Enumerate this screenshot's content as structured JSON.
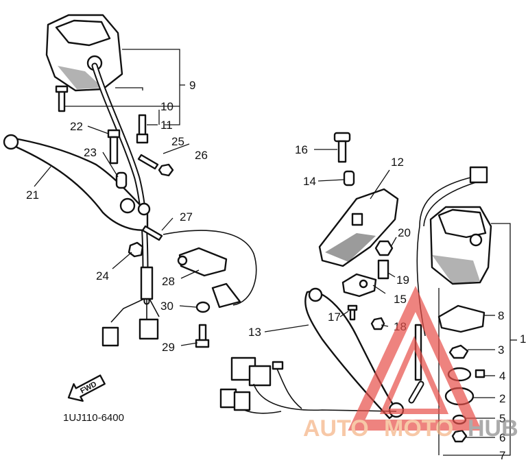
{
  "part_numbers": [
    "1",
    "2",
    "3",
    "4",
    "5",
    "6",
    "7",
    "8",
    "9",
    "10",
    "11",
    "12",
    "13",
    "14",
    "15",
    "16",
    "17",
    "18",
    "19",
    "20",
    "21",
    "22",
    "23",
    "24",
    "25",
    "26",
    "27",
    "28",
    "29",
    "30"
  ],
  "fwd_label": "FWD",
  "diagram_code": "1UJ110-6400",
  "watermark": {
    "text_auto": "AUTO",
    "text_moto": "MOTO",
    "text_hub": "HUB",
    "color_red": "#e8504a",
    "color_orange": "#f4b183",
    "color_grey": "#888888"
  }
}
